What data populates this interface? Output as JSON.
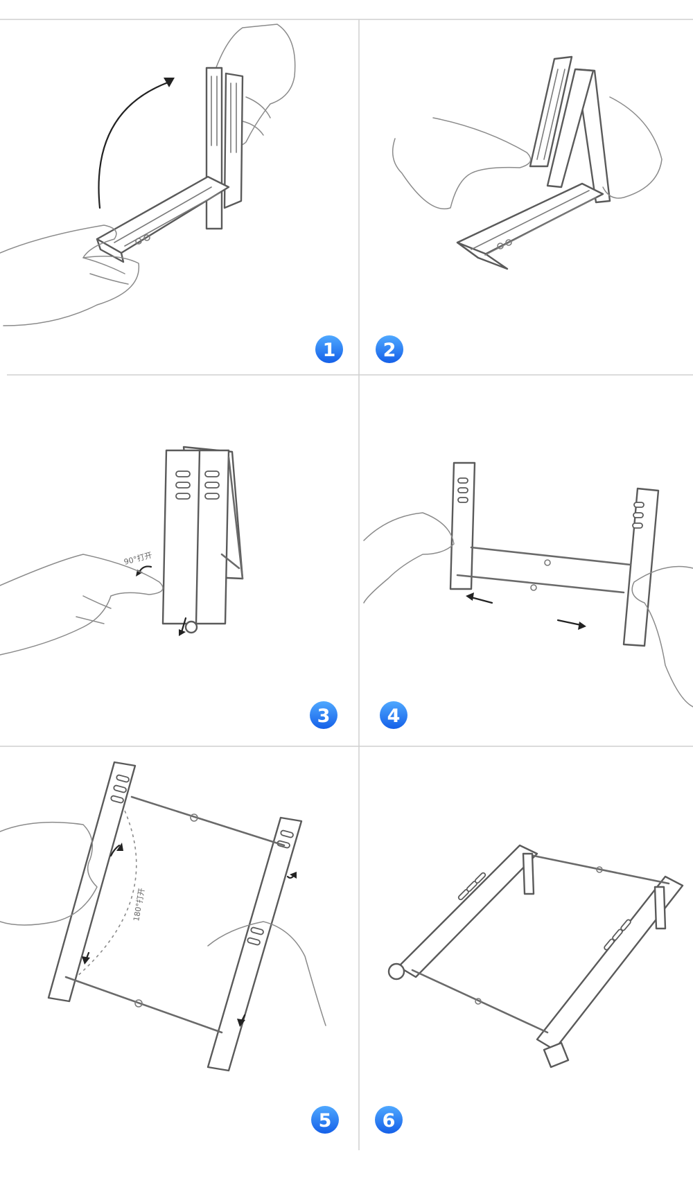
{
  "steps": [
    {
      "number": "1"
    },
    {
      "number": "2"
    },
    {
      "number": "3",
      "annotation": "90°打开"
    },
    {
      "number": "4"
    },
    {
      "number": "5",
      "annotation": "180°打开"
    },
    {
      "number": "6"
    }
  ],
  "colors": {
    "badge_top": "#4fa8ff",
    "badge_bottom": "#1560e8",
    "line_art": "#5a5a5a",
    "divider": "#cfcfcf",
    "background": "#ffffff"
  }
}
